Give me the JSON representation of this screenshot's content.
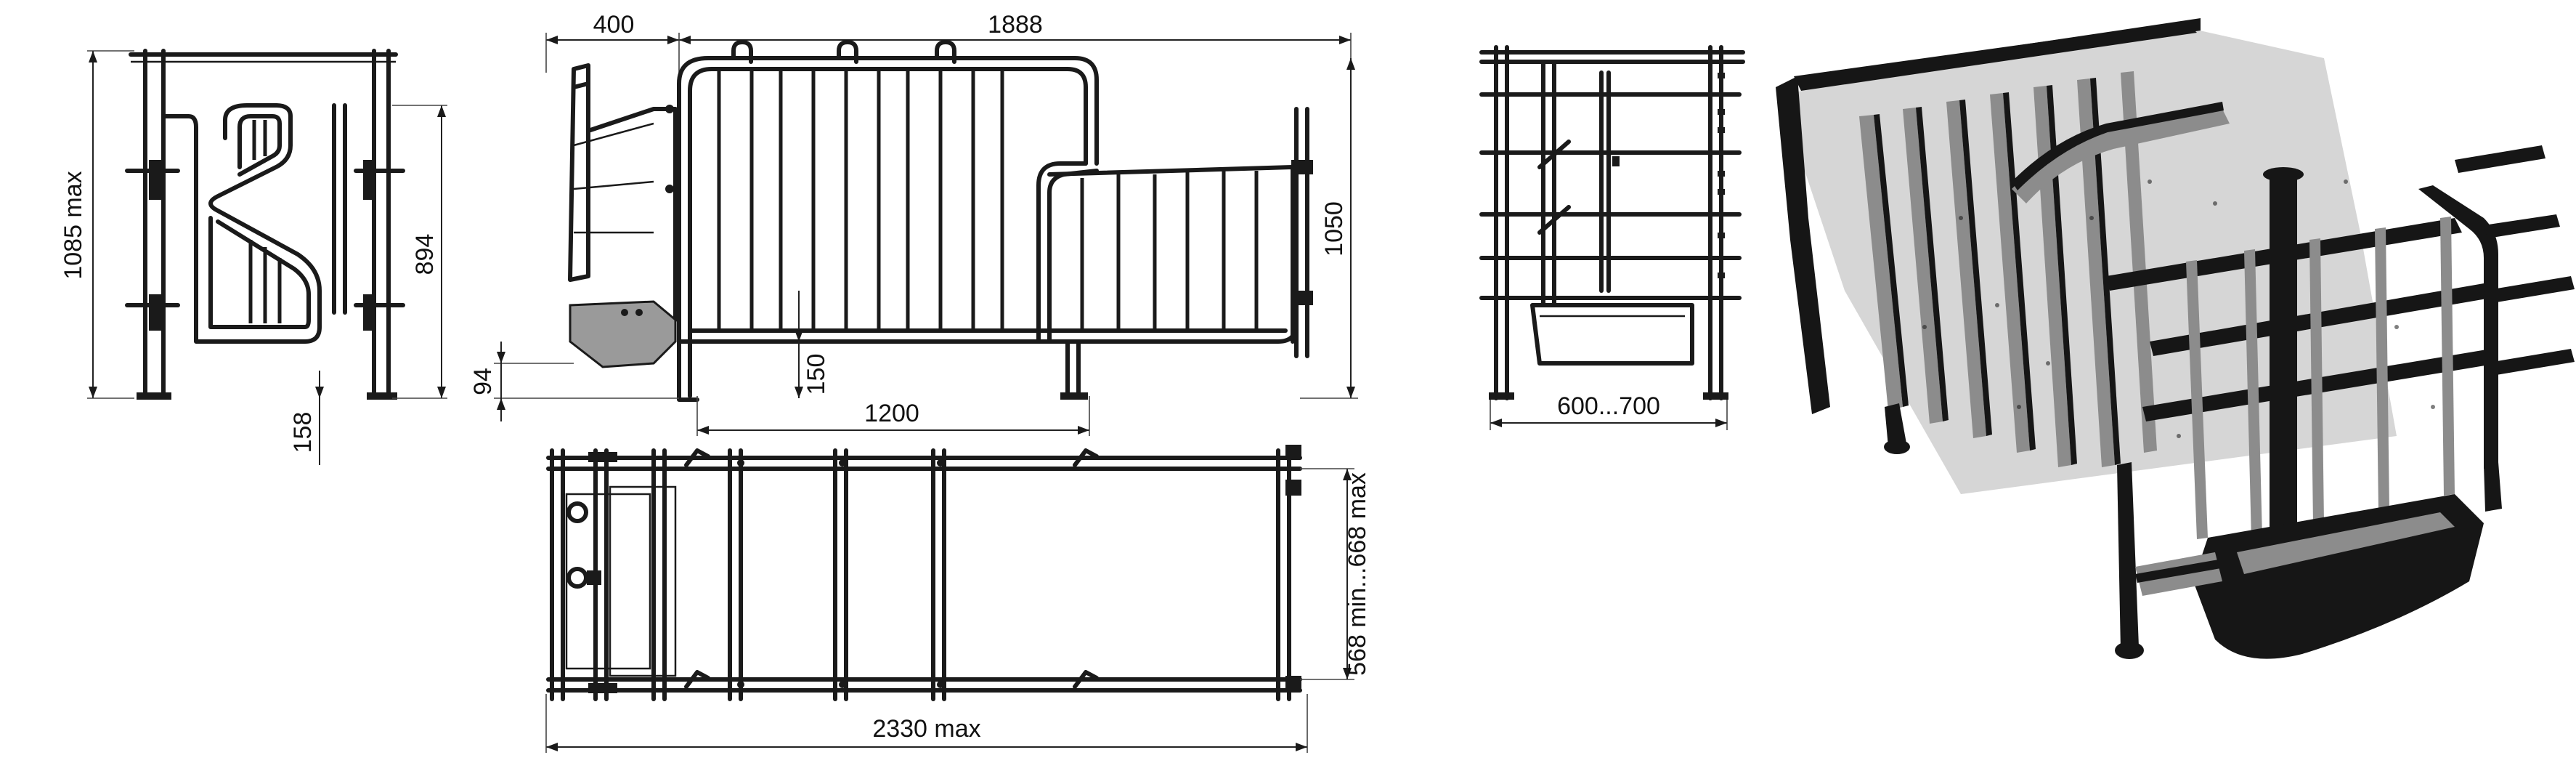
{
  "dimensions": {
    "front_height_max": "1085 max",
    "front_inner_height": "894",
    "front_floor_gap": "158",
    "side_trough_width": "400",
    "side_length": "1888",
    "side_height": "1050",
    "side_floor_gap": "94",
    "side_bar_gap": "150",
    "side_gate_length": "1200",
    "top_width_range": "568 min...668 max",
    "top_length_max": "2330 max",
    "end_width_range": "600...700"
  },
  "views": [
    {
      "name": "front-view"
    },
    {
      "name": "side-view"
    },
    {
      "name": "top-view"
    },
    {
      "name": "end-view"
    },
    {
      "name": "photo-view"
    }
  ],
  "colors": {
    "line": "#1a1a1a",
    "paper": "#ffffff"
  }
}
